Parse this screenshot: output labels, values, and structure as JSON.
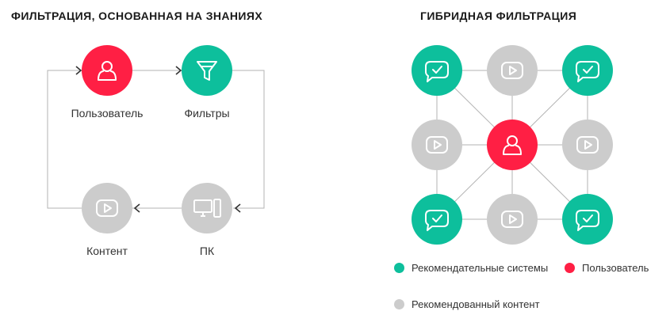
{
  "colors": {
    "user": "#ff1f44",
    "filter": "#0dbf9c",
    "content": "#cccccc",
    "line": "#b3b3b3",
    "arrow": "#333333"
  },
  "left": {
    "title": "ФИЛЬТРАЦИЯ, ОСНОВАННАЯ НА ЗНАНИЯХ",
    "nodes": {
      "user": {
        "label": "Пользователь",
        "icon": "user-icon"
      },
      "filters": {
        "label": "Фильтры",
        "icon": "funnel-icon"
      },
      "pc": {
        "label": "ПК",
        "icon": "computer-icon"
      },
      "content": {
        "label": "Контент",
        "icon": "play-icon"
      }
    }
  },
  "right": {
    "title": "ГИБРИДНАЯ ФИЛЬТРАЦИЯ",
    "grid": [
      [
        "recommender",
        "content",
        "recommender"
      ],
      [
        "content",
        "user",
        "content"
      ],
      [
        "recommender",
        "content",
        "recommender"
      ]
    ],
    "icons": {
      "recommender": "chat-check-icon",
      "content": "play-icon",
      "user": "user-icon"
    }
  },
  "legend": [
    {
      "key": "recommender",
      "text": "Рекомендательные системы",
      "color": "#0dbf9c"
    },
    {
      "key": "user",
      "text": "Пользователь",
      "color": "#ff1f44"
    },
    {
      "key": "content",
      "text": "Рекомендованный контент",
      "color": "#cccccc"
    }
  ]
}
